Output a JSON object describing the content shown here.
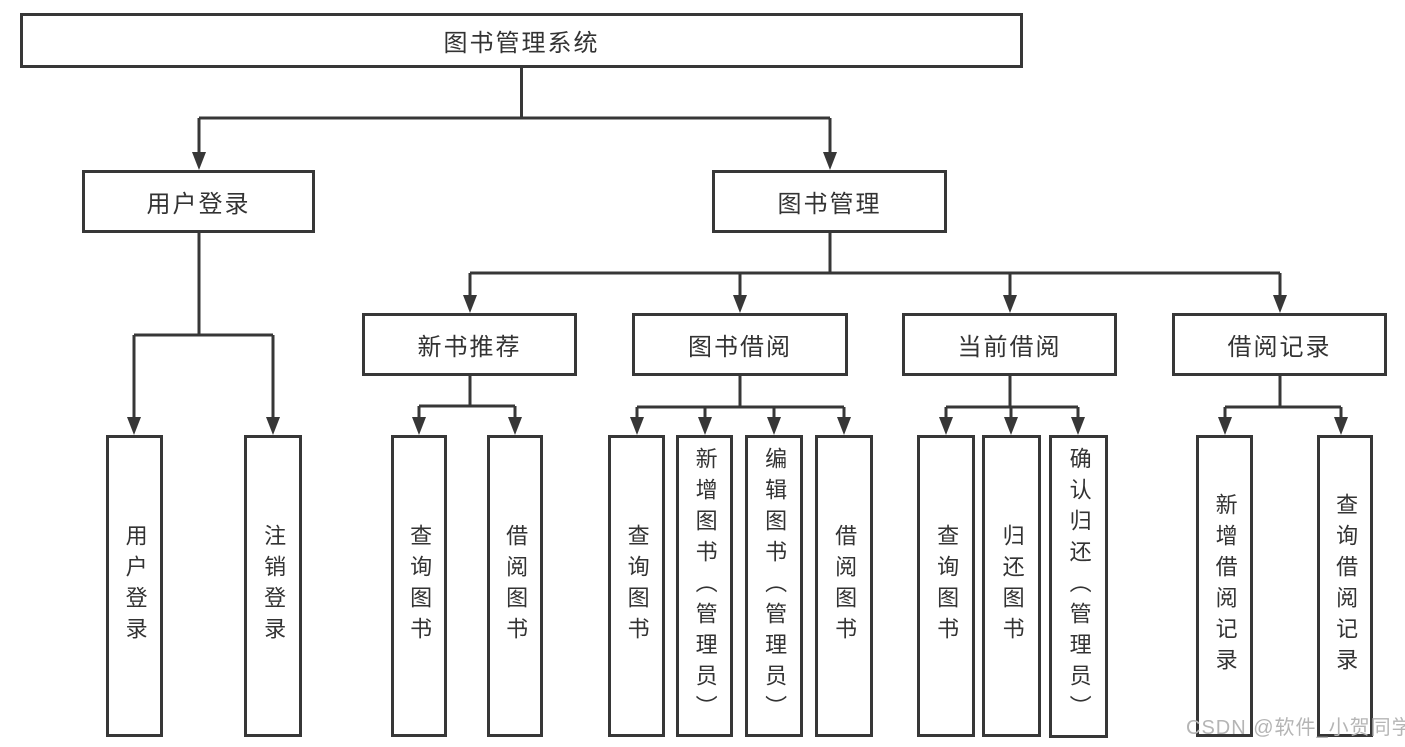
{
  "tree": {
    "label": "图书管理系统",
    "children": [
      {
        "label": "用户登录",
        "children": [
          {
            "label": "用户登录"
          },
          {
            "label": "注销登录"
          }
        ]
      },
      {
        "label": "图书管理",
        "children": [
          {
            "label": "新书推荐",
            "children": [
              {
                "label": "查询图书"
              },
              {
                "label": "借阅图书"
              }
            ]
          },
          {
            "label": "图书借阅",
            "children": [
              {
                "label": "查询图书"
              },
              {
                "label": "新增图书（管理员）"
              },
              {
                "label": "编辑图书（管理员）"
              },
              {
                "label": "借阅图书"
              }
            ]
          },
          {
            "label": "当前借阅",
            "children": [
              {
                "label": "查询图书"
              },
              {
                "label": "归还图书"
              },
              {
                "label": "确认归还（管理员）"
              }
            ]
          },
          {
            "label": "借阅记录",
            "children": [
              {
                "label": "新增借阅记录"
              },
              {
                "label": "查询借阅记录"
              }
            ]
          }
        ]
      }
    ]
  },
  "watermark": {
    "text": "CSDN @软件_小贺同学"
  },
  "colors": {
    "line": "#373737",
    "text": "#333333",
    "watermark": "#b5b5b5",
    "background": "#ffffff"
  }
}
